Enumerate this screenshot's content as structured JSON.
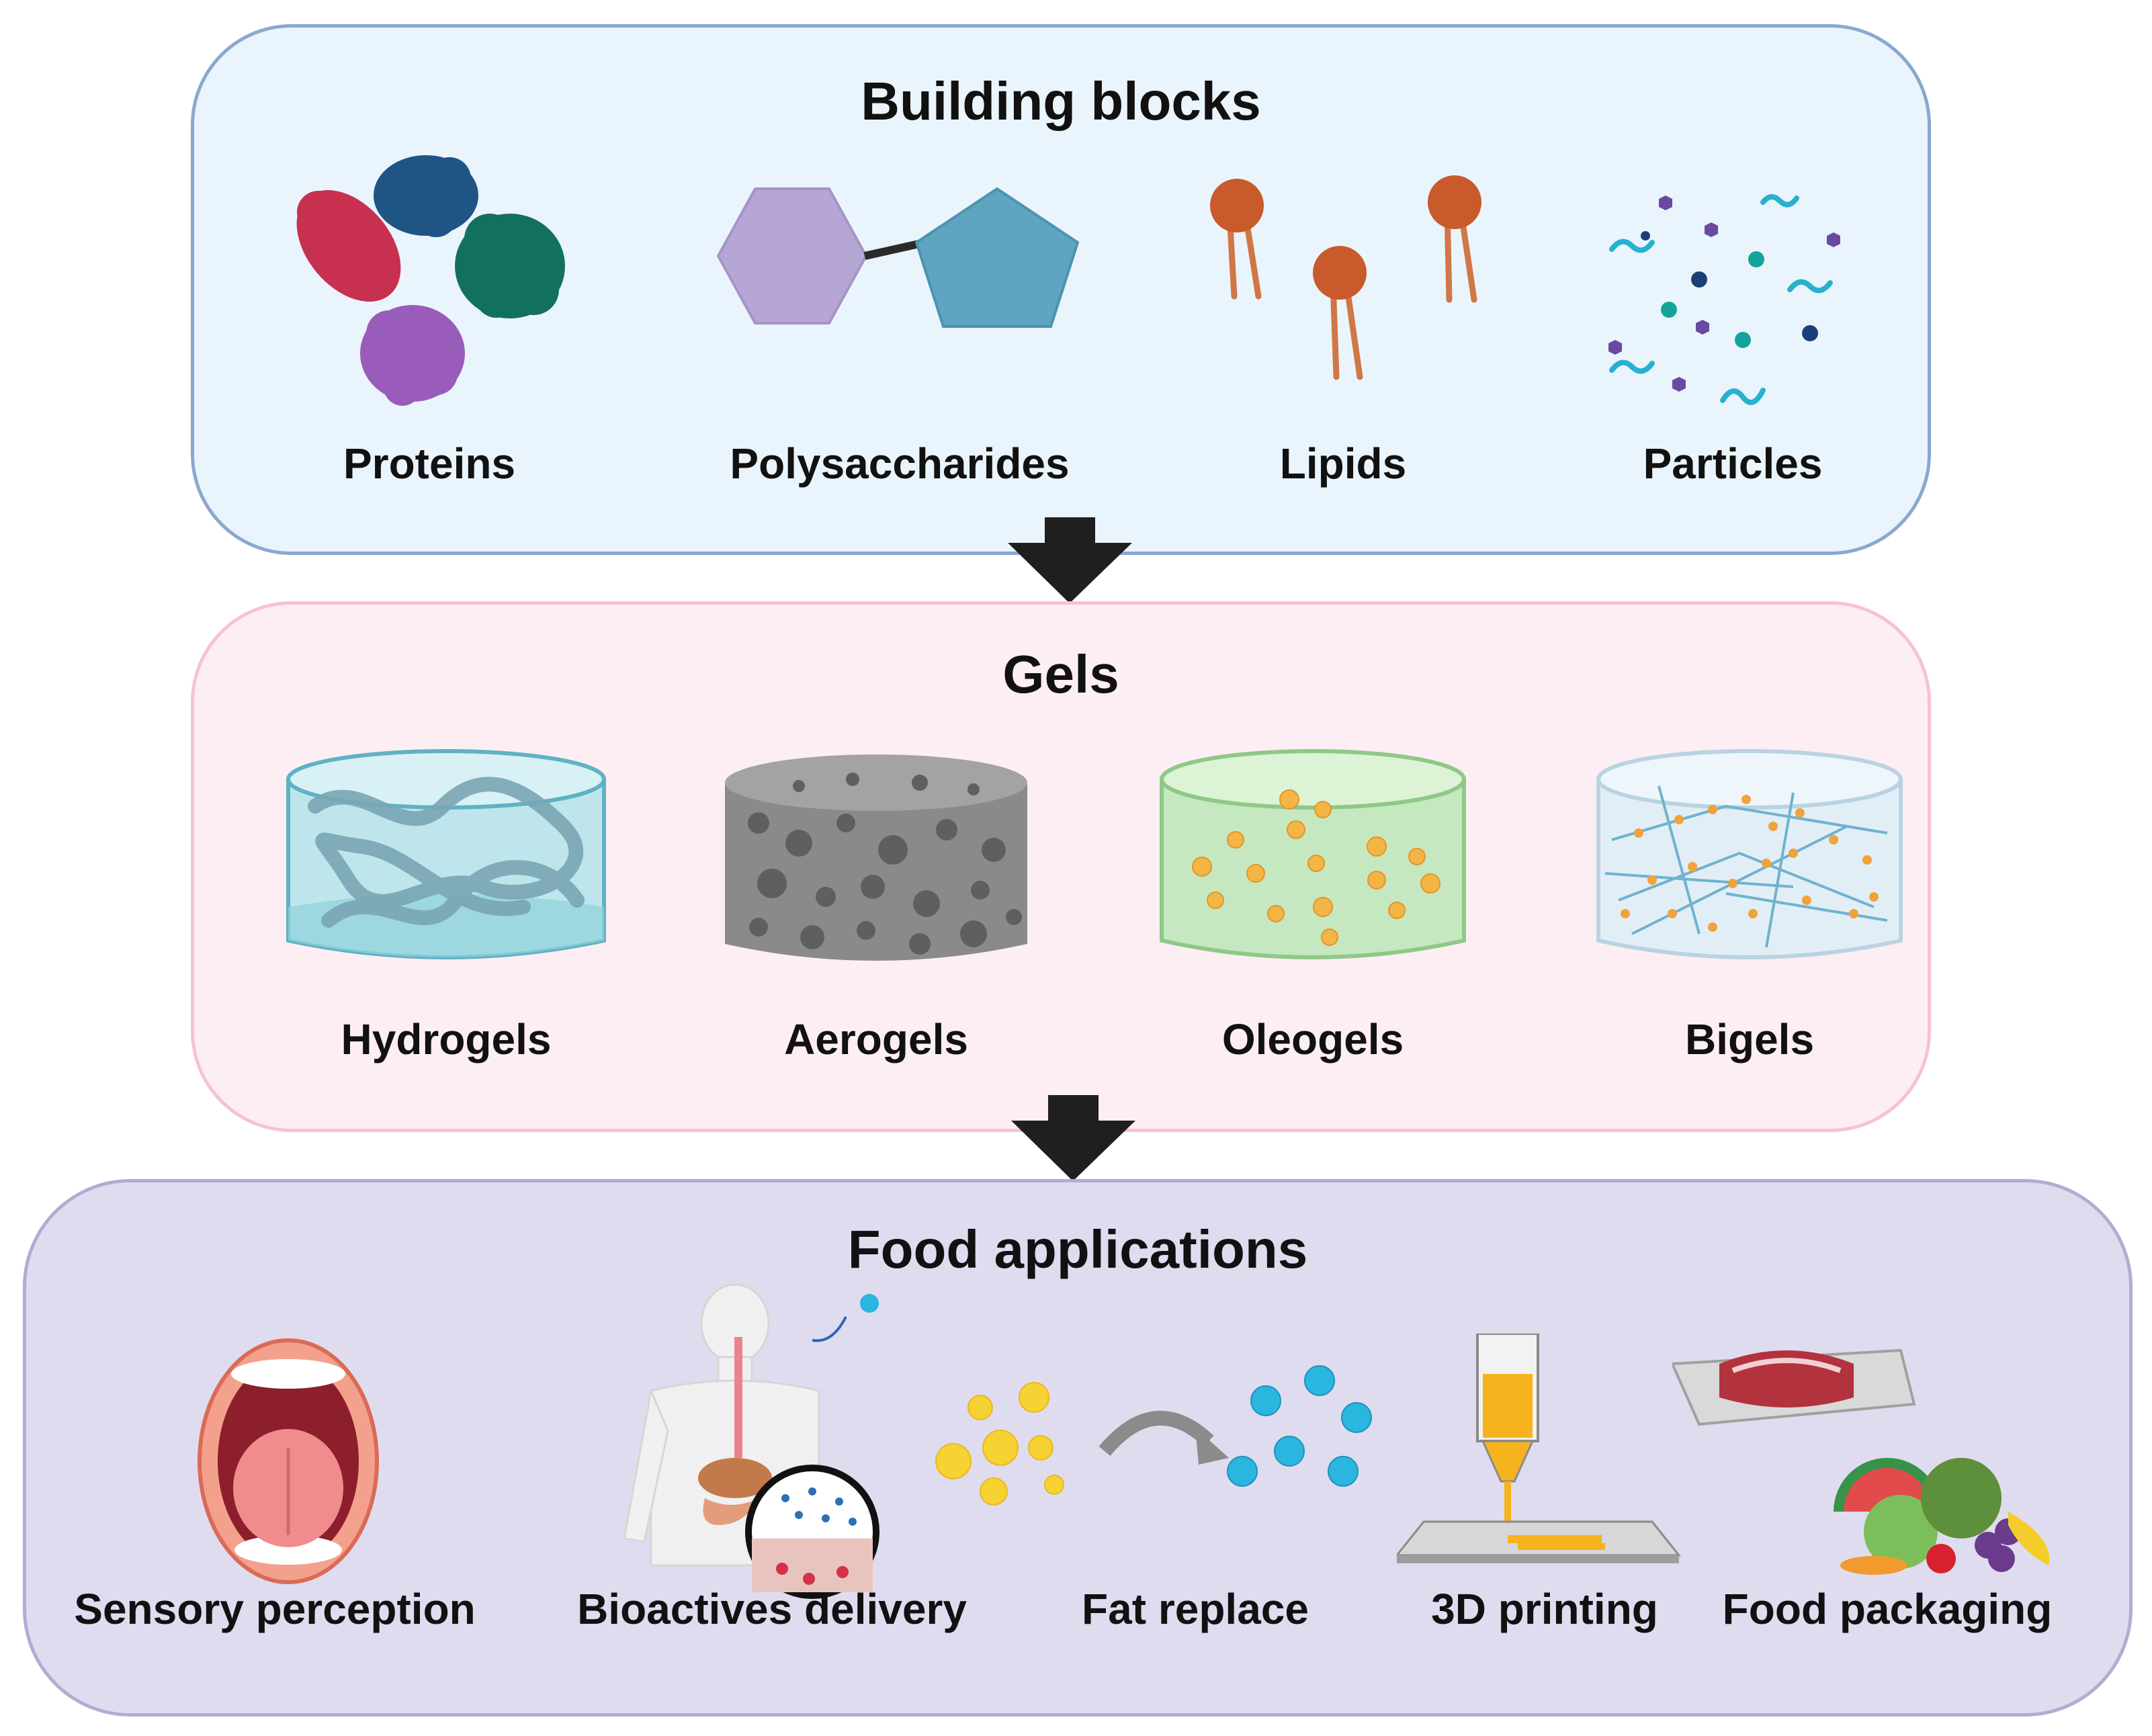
{
  "building_blocks": {
    "title": "Building blocks",
    "items": [
      {
        "label": "Proteins",
        "icon": "protein-cluster-icon"
      },
      {
        "label": "Polysaccharides",
        "icon": "polysaccharide-icon"
      },
      {
        "label": "Lipids",
        "icon": "lipid-icon"
      },
      {
        "label": "Particles",
        "icon": "particles-icon"
      }
    ]
  },
  "gels": {
    "title": "Gels",
    "items": [
      {
        "label": "Hydrogels",
        "icon": "hydrogel-icon"
      },
      {
        "label": "Aerogels",
        "icon": "aerogel-icon"
      },
      {
        "label": "Oleogels",
        "icon": "oleogel-icon"
      },
      {
        "label": "Bigels",
        "icon": "bigel-icon"
      }
    ]
  },
  "food_applications": {
    "title": "Food applications",
    "items": [
      {
        "label": "Sensory perception",
        "icon": "mouth-icon"
      },
      {
        "label": "Bioactives delivery",
        "icon": "human-digestion-icon"
      },
      {
        "label": "Fat replace",
        "icon": "fat-droplets-icon"
      },
      {
        "label": "3D printing",
        "icon": "printer-icon"
      },
      {
        "label": "Food packaging",
        "icon": "food-icon"
      }
    ]
  },
  "colors": {
    "blocks_bg": "#eaf4fc",
    "gels_bg": "#fdeef4",
    "apps_bg": "#e0dcef",
    "arrow": "#1f1f1f"
  }
}
